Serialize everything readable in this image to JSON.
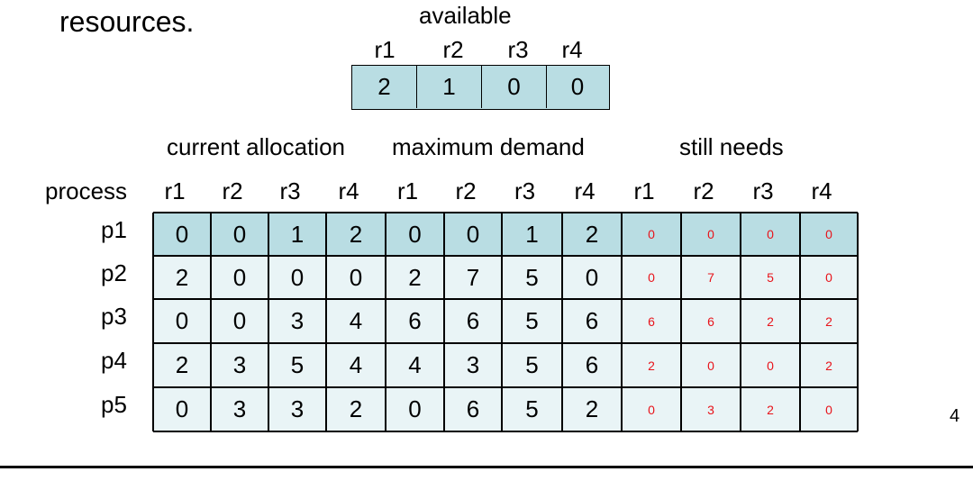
{
  "slide_text": "resources.",
  "available": {
    "title": "available",
    "resources": [
      "r1",
      "r2",
      "r3",
      "r4"
    ],
    "values": [
      "2",
      "1",
      "0",
      "0"
    ]
  },
  "table": {
    "group_headers": [
      "current allocation",
      "maximum demand",
      "still needs"
    ],
    "process_header": "process",
    "resource_headers": [
      "r1",
      "r2",
      "r3",
      "r4",
      "r1",
      "r2",
      "r3",
      "r4",
      "r1",
      "r2",
      "r3",
      "r4"
    ],
    "rows": [
      {
        "process": "p1",
        "allocation": [
          "0",
          "0",
          "1",
          "2"
        ],
        "maximum": [
          "0",
          "0",
          "1",
          "2"
        ],
        "needs": [
          "0",
          "0",
          "0",
          "0"
        ]
      },
      {
        "process": "p2",
        "allocation": [
          "2",
          "0",
          "0",
          "0"
        ],
        "maximum": [
          "2",
          "7",
          "5",
          "0"
        ],
        "needs": [
          "0",
          "7",
          "5",
          "0"
        ]
      },
      {
        "process": "p3",
        "allocation": [
          "0",
          "0",
          "3",
          "4"
        ],
        "maximum": [
          "6",
          "6",
          "5",
          "6"
        ],
        "needs": [
          "6",
          "6",
          "2",
          "2"
        ]
      },
      {
        "process": "p4",
        "allocation": [
          "2",
          "3",
          "5",
          "4"
        ],
        "maximum": [
          "4",
          "3",
          "5",
          "6"
        ],
        "needs": [
          "2",
          "0",
          "0",
          "2"
        ]
      },
      {
        "process": "p5",
        "allocation": [
          "0",
          "3",
          "3",
          "2"
        ],
        "maximum": [
          "0",
          "6",
          "5",
          "2"
        ],
        "needs": [
          "0",
          "3",
          "2",
          "0"
        ]
      }
    ]
  },
  "page_number": "4",
  "colors": {
    "highlight_fill": "#b9dde3",
    "cell_fill": "#e9f4f6",
    "needs_text": "#e8131a"
  }
}
